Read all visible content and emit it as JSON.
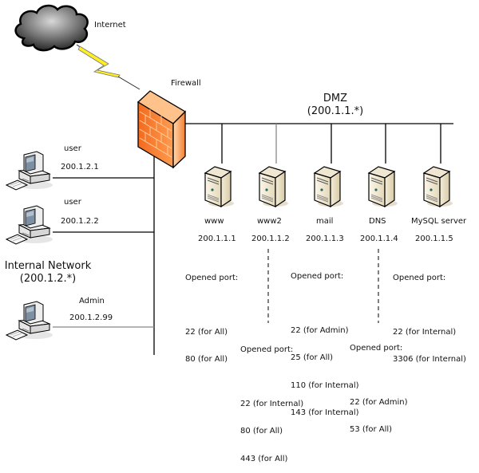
{
  "internet": {
    "label": "Internet"
  },
  "firewall": {
    "label": "Firewall"
  },
  "dmz": {
    "title": "DMZ",
    "subnet": "(200.1.1.*)"
  },
  "internal": {
    "title": "Internal Network",
    "subnet": "(200.1.2.*)"
  },
  "clients": [
    {
      "role": "user",
      "ip": "200.1.2.1"
    },
    {
      "role": "user",
      "ip": "200.1.2.2"
    },
    {
      "role": "Admin",
      "ip": "200.1.2.99"
    }
  ],
  "servers": [
    {
      "name": "www",
      "ip": "200.1.1.1",
      "ports_title": "Opened port:",
      "ports": [
        "22 (for All)",
        "80 (for All)"
      ]
    },
    {
      "name": "www2",
      "ip": "200.1.1.2",
      "ports_title": "Opened port:",
      "ports": [
        "22 (for Internal)",
        "80 (for All)",
        "443 (for All)"
      ]
    },
    {
      "name": "mail",
      "ip": "200.1.1.3",
      "ports_title": "Opened port:",
      "ports": [
        "22 (for Admin)",
        "25 (for All)",
        "110 (for Internal)",
        "143 (for Internal)"
      ]
    },
    {
      "name": "DNS",
      "ip": "200.1.1.4",
      "ports_title": "Opened port:",
      "ports": [
        "22 (for Admin)",
        "53 (for All)"
      ]
    },
    {
      "name": "MySQL server",
      "ip": "200.1.1.5",
      "ports_title": "Opened port:",
      "ports": [
        "22 (for Internal)",
        "3306 (for Internal)"
      ]
    }
  ],
  "colors": {
    "firewall": "#f47a2a",
    "lightning": "#ffee22",
    "cloud": "#555555",
    "server": "#e6dcc4",
    "line": "#000000"
  }
}
